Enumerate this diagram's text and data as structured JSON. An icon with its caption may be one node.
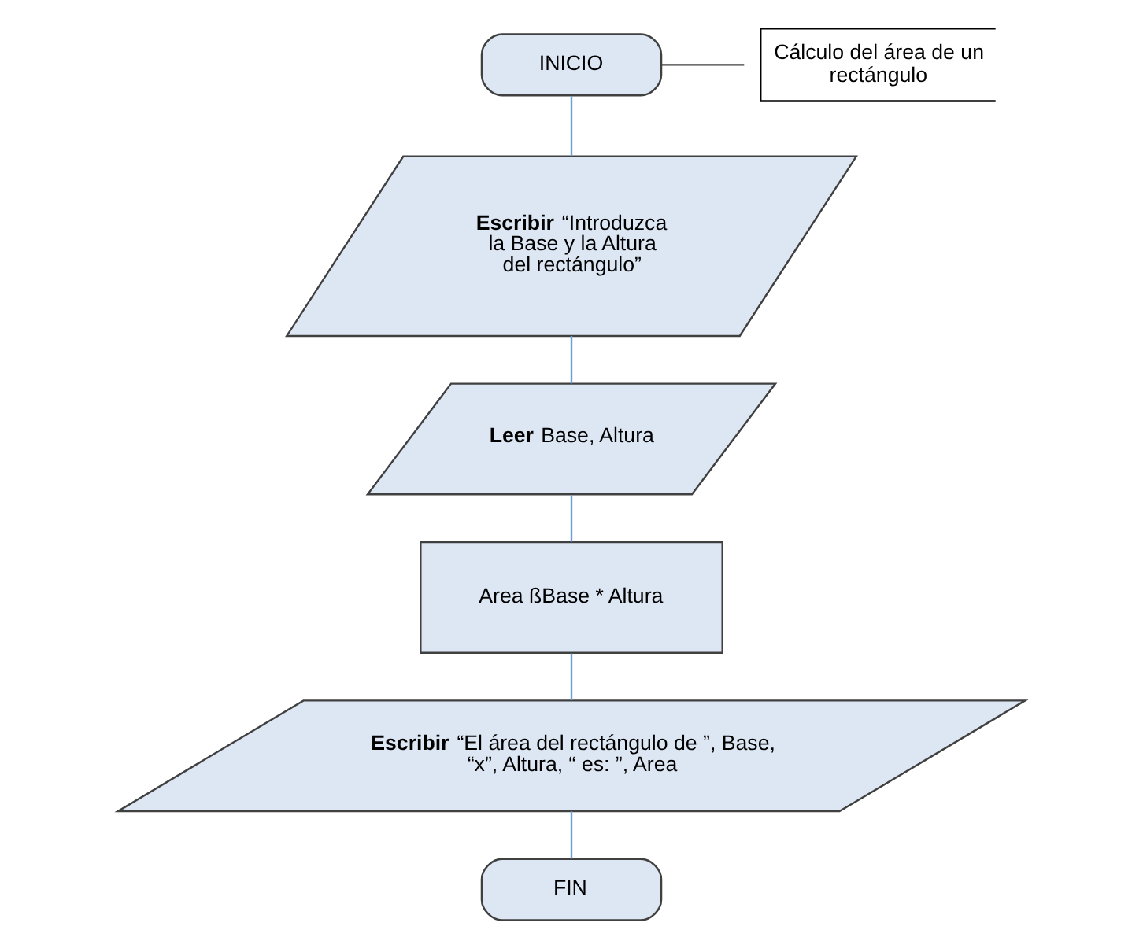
{
  "diagram": {
    "nodes": [
      {
        "text": [
          "INICIO"
        ]
      },
      {
        "text": [
          "Cálculo del área de un rectángulo"
        ]
      },
      {
        "text": [
          "**Escribir** “Introduzca la Base y la Altura del rectángulo”"
        ]
      },
      {
        "text": [
          "**Leer** Base, Altura"
        ]
      },
      {
        "text": [
          "Area ßBase * Altura"
        ]
      },
      {
        "text": [
          "**Escribir** “El área del rectángulo de ”, Base, “x”, Altura, “ es: ”, Area"
        ]
      },
      {
        "text": [
          "FIN"
        ]
      }
    ],
    "edges": [
      {
        "from": 0,
        "to": 1,
        "arrow": "none",
        "color": "#404040"
      },
      {
        "from": 0,
        "to": 2,
        "arrow": "none"
      },
      {
        "from": 2,
        "to": 3,
        "arrow": "none"
      },
      {
        "from": 3,
        "to": 4,
        "arrow": "none"
      },
      {
        "from": 4,
        "to": 5,
        "arrow": "none"
      },
      {
        "from": 5,
        "to": 6,
        "arrow": "none"
      }
    ]
  }
}
